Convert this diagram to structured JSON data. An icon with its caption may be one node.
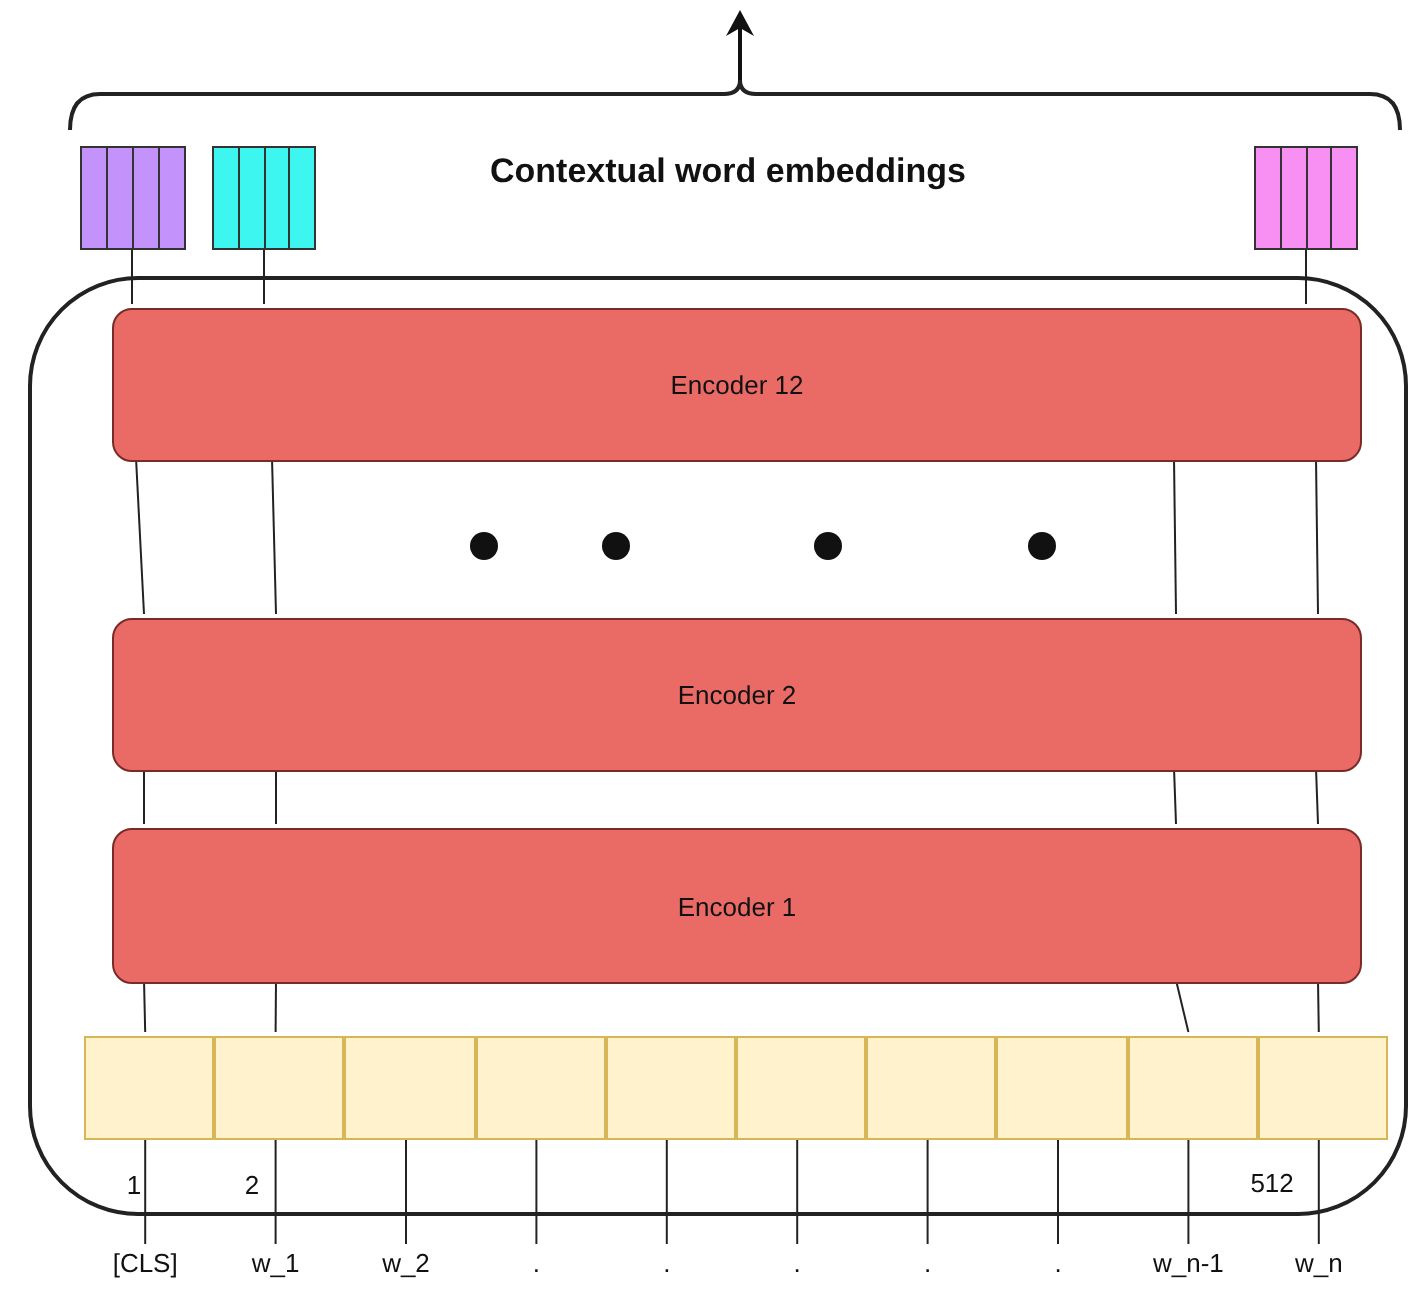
{
  "diagram": {
    "nodes": [
      {
        "text": [],
        "shape": "box"
      },
      {
        "text": [],
        "shape": "box"
      },
      {
        "text": [],
        "shape": "box"
      },
      {
        "text": [],
        "shape": "box"
      },
      {
        "text": [
          "Encoder 12"
        ],
        "in": 3
      },
      {
        "text": [
          "Encoder 2"
        ],
        "in": 3
      },
      {
        "text": [
          "Encoder 1"
        ],
        "in": 3
      },
      {
        "text": [],
        "shape": "box",
        "in": 3
      },
      {
        "text": [],
        "shape": "box",
        "in": 3
      },
      {
        "text": [],
        "shape": "box",
        "in": 3
      },
      {
        "text": [],
        "shape": "box",
        "in": 3
      },
      {
        "text": [],
        "shape": "box",
        "in": 3
      },
      {
        "text": [],
        "shape": "box",
        "in": 3
      },
      {
        "text": [],
        "shape": "box",
        "in": 3
      },
      {
        "text": [],
        "shape": "box",
        "in": 3
      },
      {
        "text": [],
        "shape": "box",
        "in": 3
      },
      {
        "text": [],
        "shape": "box",
        "in": 3
      },
      {
        "text": [
          "[CLS]"
        ]
      },
      {
        "text": [
          "w_1"
        ]
      },
      {
        "text": [
          "w_2"
        ]
      },
      {
        "text": [
          "."
        ]
      },
      {
        "text": [
          "."
        ]
      },
      {
        "text": [
          "."
        ]
      },
      {
        "text": [
          "."
        ]
      },
      {
        "text": [
          "."
        ]
      },
      {
        "text": [
          "w_n-1"
        ]
      },
      {
        "text": [
          "w_n"
        ]
      }
    ],
    "edges": [
      {
        "from": 17,
        "to": 7,
        "arrow": "none"
      },
      {
        "from": 18,
        "to": 8,
        "arrow": "none"
      },
      {
        "from": 19,
        "to": 9,
        "arrow": "none"
      },
      {
        "from": 20,
        "to": 10,
        "arrow": "none"
      },
      {
        "from": 21,
        "to": 11,
        "arrow": "none"
      },
      {
        "from": 22,
        "to": 12,
        "arrow": "none"
      },
      {
        "from": 23,
        "to": 13,
        "arrow": "none"
      },
      {
        "from": 24,
        "to": 14,
        "arrow": "none"
      },
      {
        "from": 25,
        "to": 15,
        "arrow": "none"
      },
      {
        "from": 26,
        "to": 16,
        "arrow": "none"
      },
      {
        "from": 7,
        "to": 6,
        "arrow": "none"
      },
      {
        "from": 8,
        "to": 6,
        "arrow": "none"
      },
      {
        "from": 15,
        "to": 6,
        "arrow": "none"
      },
      {
        "from": 16,
        "to": 6,
        "arrow": "none"
      },
      {
        "from": 6,
        "to": 5,
        "arrow": "none"
      },
      {
        "from": 6,
        "to": 5,
        "arrow": "none"
      },
      {
        "from": 6,
        "to": 5,
        "arrow": "none"
      },
      {
        "from": 6,
        "to": 5,
        "arrow": "none"
      },
      {
        "from": 5,
        "to": 4,
        "arrow": "none"
      },
      {
        "from": 5,
        "to": 4,
        "arrow": "none"
      },
      {
        "from": 5,
        "to": 4,
        "arrow": "none"
      },
      {
        "from": 5,
        "to": 4,
        "arrow": "none"
      },
      {
        "from": 4,
        "to": 0,
        "arrow": "none"
      },
      {
        "from": 4,
        "to": 1,
        "arrow": "none"
      },
      {
        "from": 4,
        "to": 2,
        "arrow": "none"
      }
    ],
    "labels": [
      "Contextual word embeddings",
      "1",
      "2",
      "512"
    ]
  }
}
